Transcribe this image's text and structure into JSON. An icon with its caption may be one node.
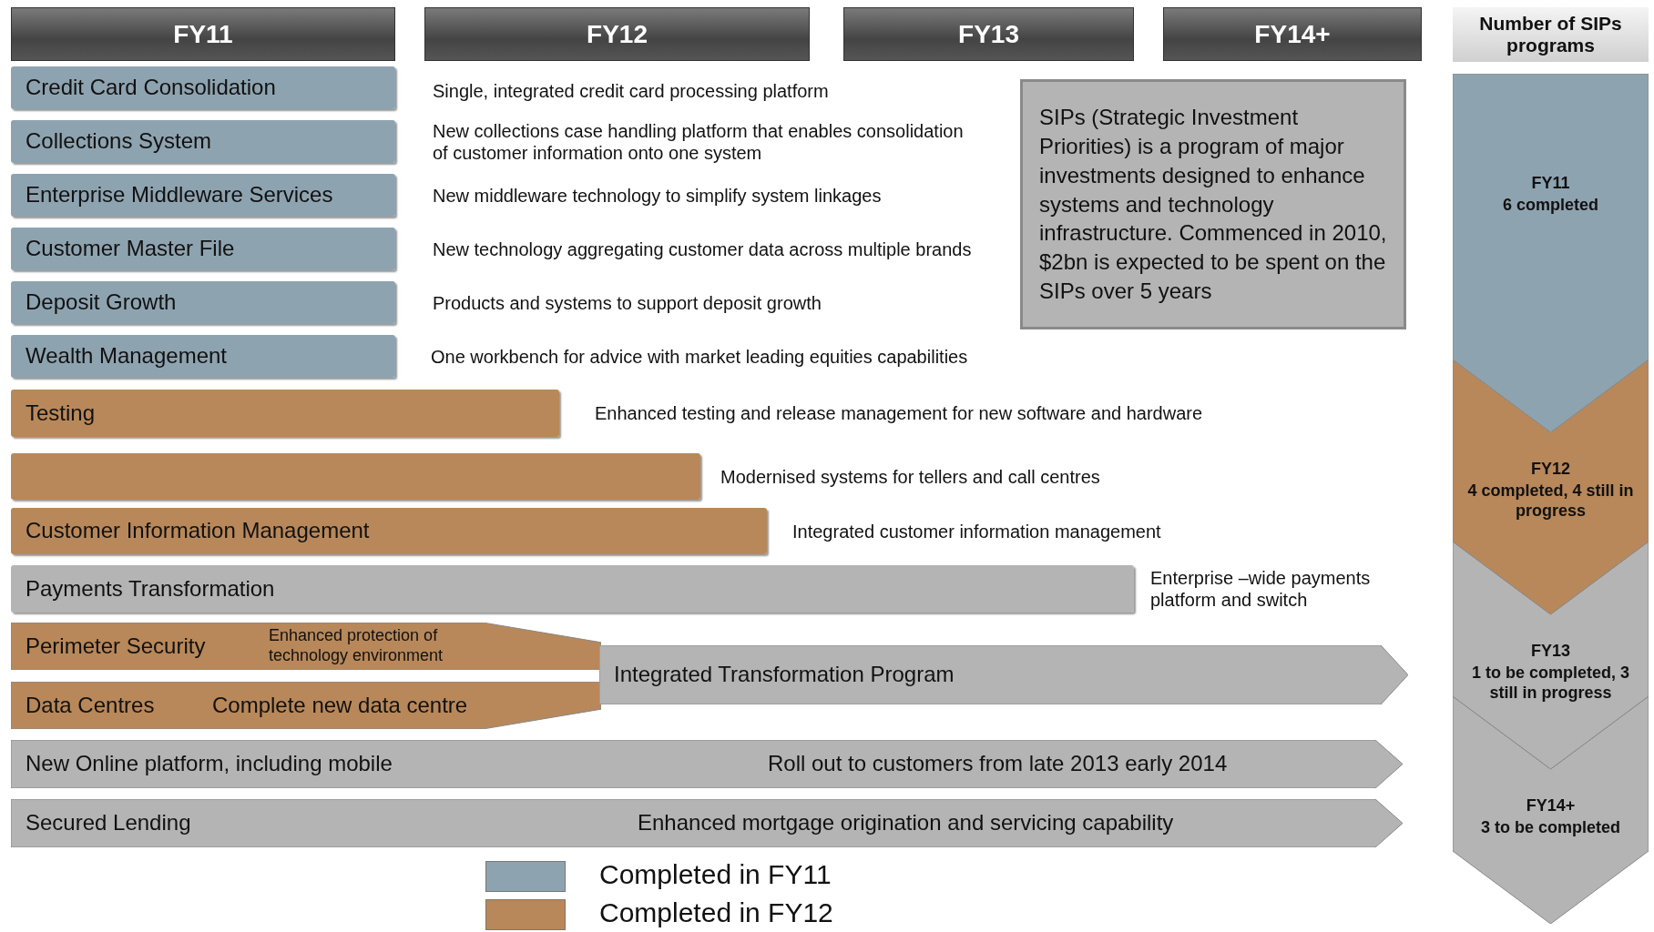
{
  "diagram": {
    "nodes": [
      {
        "text": [
          "FY11"
        ]
      },
      {
        "text": [
          "FY12"
        ]
      },
      {
        "text": [
          "FY13"
        ]
      },
      {
        "text": [
          "FY14+"
        ]
      },
      {
        "text": [
          "Number of SIPs programs"
        ]
      },
      {
        "text": [
          "Credit Card Consolidation"
        ]
      },
      {
        "text": [
          "Collections System"
        ],
        "beside": [
          "New collections case handling platform that enables consolidation of customer information onto one system"
        ]
      },
      {
        "text": [
          "Enterprise Middleware Services"
        ],
        "beside": [
          "New middleware technology to simplify system linkages"
        ]
      },
      {
        "text": [
          "Customer Master File"
        ],
        "beside": [
          "New technology aggregating customer data across multiple brands"
        ]
      },
      {
        "text": [
          "Deposit Growth"
        ],
        "beside": [
          "Products and systems to support deposit growth"
        ]
      },
      {
        "text": [
          "Wealth Management"
        ],
        "beside": [
          "One workbench for advice with market leading equities capabilities"
        ]
      },
      {
        "text": [
          "SIPs (Strategic Investment Priorities) is a program of major investments designed to enhance systems and technology infrastructure. Commenced in 2010, $2bn is expected to be spent on the SIPs over 5 years"
        ]
      },
      {
        "text": [
          "Testing"
        ],
        "beside": [
          "Enhanced testing and release management for new software and hardware"
        ]
      },
      {
        "text": [],
        "shape": "bar",
        "beside": [
          "Modernised systems for tellers and call centres"
        ]
      },
      {
        "text": [
          "Customer Information Management"
        ],
        "beside": [
          "Integrated customer information management"
        ]
      },
      {
        "text": [
          "Payments Transformation"
        ],
        "beside": [
          "Enterprise –wide payments platform and switch"
        ]
      },
      {
        "text": [
          "Perimeter Security",
          "Enhanced protection of technology environment"
        ]
      },
      {
        "text": [
          "Data Centres",
          "Complete new data centre"
        ]
      },
      {
        "text": [
          "Integrated Transformation Program"
        ]
      },
      {
        "text": [
          "New Online platform, including mobile",
          "Roll out to customers from late 2013 early 2014"
        ]
      },
      {
        "text": [
          "Secured Lending",
          "Enhanced mortgage origination and servicing capability"
        ]
      },
      {
        "text": [
          "FY11",
          "6 completed"
        ]
      },
      {
        "text": [
          "FY12",
          "4 completed, 4 still in progress"
        ]
      },
      {
        "text": [
          "FY13",
          "1 to be completed, 3 still in progress"
        ]
      },
      {
        "text": [
          "FY14+",
          "3 to be completed"
        ]
      }
    ],
    "labels": [
      "Single, integrated credit card processing platform"
    ],
    "legend": [
      {
        "text": "Completed in FY11",
        "color": "#8ea3b0"
      },
      {
        "text": "Completed in FY12",
        "color": "#b8885a"
      }
    ]
  }
}
